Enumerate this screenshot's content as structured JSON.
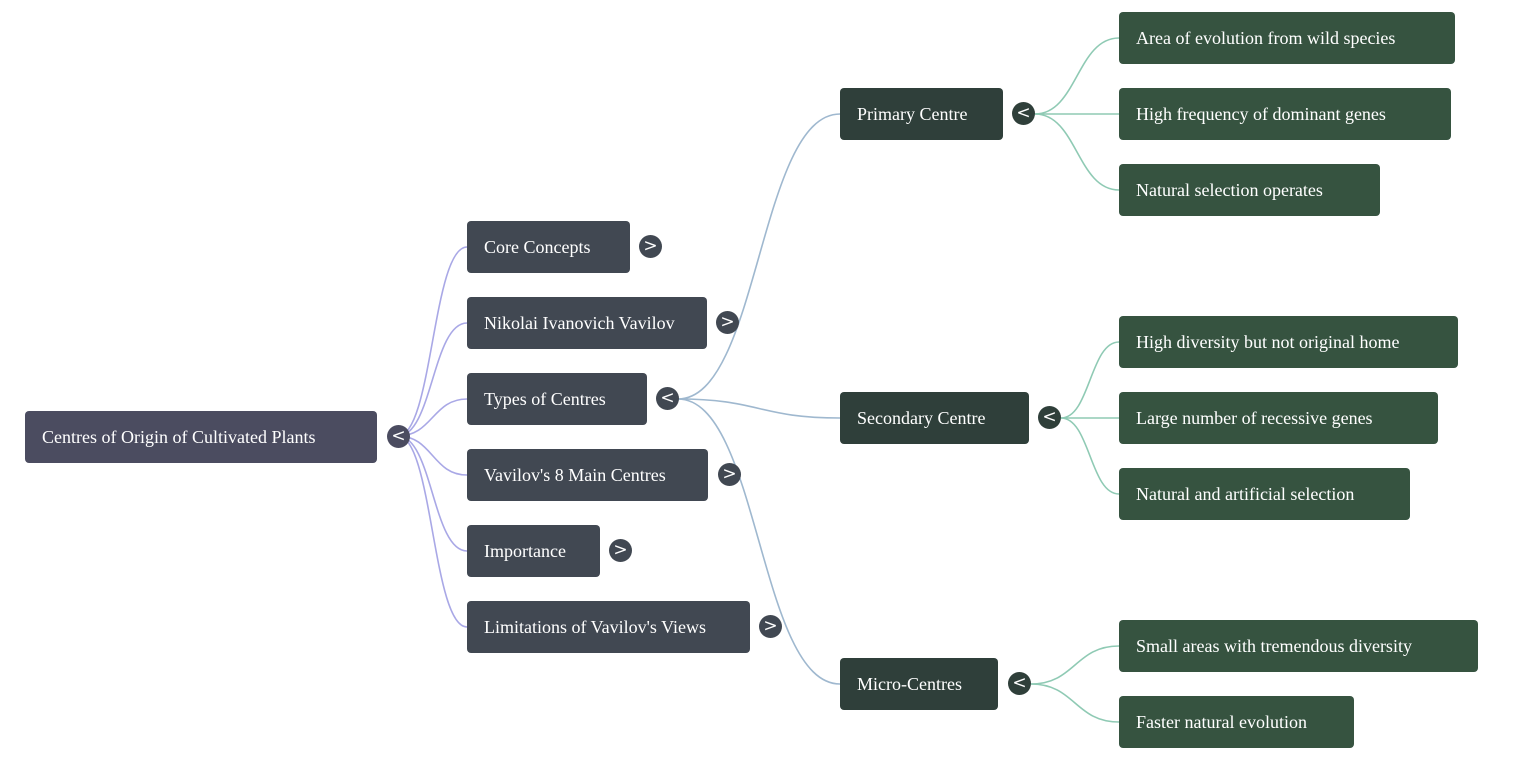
{
  "root": {
    "label": "Centres of Origin of Cultivated Plants",
    "toggle": "<"
  },
  "branches": [
    {
      "label": "Core Concepts",
      "toggle": ">"
    },
    {
      "label": "Nikolai Ivanovich Vavilov",
      "toggle": ">"
    },
    {
      "label": "Types of Centres",
      "toggle": "<"
    },
    {
      "label": "Vavilov's 8 Main Centres",
      "toggle": ">"
    },
    {
      "label": "Importance",
      "toggle": ">"
    },
    {
      "label": "Limitations of Vavilov's Views",
      "toggle": ">"
    }
  ],
  "types": [
    {
      "label": "Primary Centre",
      "toggle": "<",
      "children": [
        "Area of evolution from wild species",
        "High frequency of dominant genes",
        "Natural selection operates"
      ]
    },
    {
      "label": "Secondary Centre",
      "toggle": "<",
      "children": [
        "High diversity but not original home",
        "Large number of recessive genes",
        "Natural and artificial selection"
      ]
    },
    {
      "label": "Micro-Centres",
      "toggle": "<",
      "children": [
        "Small areas with tremendous diversity",
        "Faster natural evolution"
      ]
    }
  ],
  "colors": {
    "root": "#4b4c60",
    "branch": "#414852",
    "type": "#2f3f3a",
    "leaf": "#365340",
    "edge_root": "#a9a8e6",
    "edge_types": "#9fb8cf",
    "edge_leaf": "#8fcab4"
  }
}
